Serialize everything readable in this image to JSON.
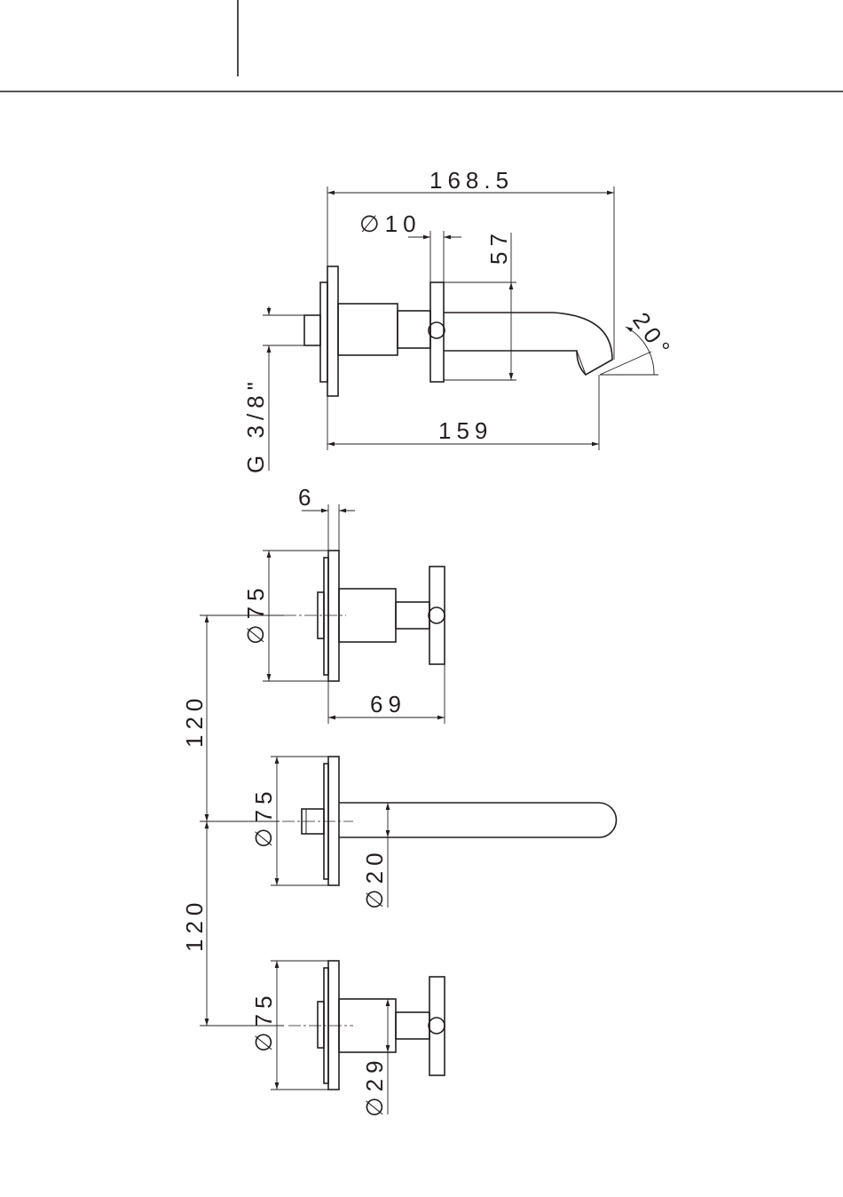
{
  "header": {
    "left_cell": "",
    "right_cell": ""
  },
  "dimensions": {
    "overall_length": "168.5",
    "stem_dia": "∅10",
    "stem_height": "57",
    "angle": "20°",
    "thread": "G 3/8\"",
    "spout_reach": "159",
    "plate_thickness": "6",
    "plate_dia_top": "∅75",
    "handle_projection": "69",
    "spacing_upper": "120",
    "spacing_lower": "120",
    "plate_dia_mid": "∅75",
    "spout_dia": "∅20",
    "plate_dia_bottom": "∅75",
    "body_dia": "∅29"
  }
}
